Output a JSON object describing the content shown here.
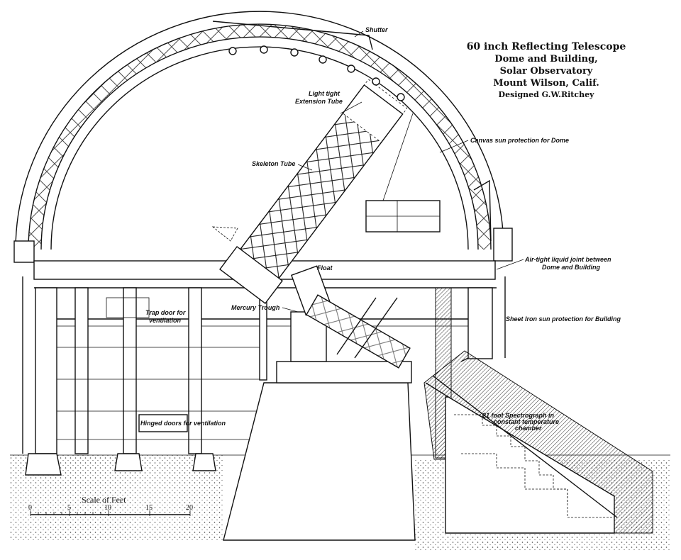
{
  "title": {
    "line1": "60 inch Reflecting Telescope",
    "line2": "Dome and Building,",
    "line3": "Solar Observatory",
    "line4": "Mount Wilson, Calif.",
    "line5": "Designed G.W.Ritchey"
  },
  "labels": {
    "shutter": "Shutter",
    "extension_tube_1": "Light tight",
    "extension_tube_2": "Extension Tube",
    "skeleton_tube": "Skeleton Tube",
    "canvas": "Canvas sun protection for Dome",
    "joint_1": "Air-tight liquid joint between",
    "joint_2": "Dome and Building",
    "float": "Float",
    "trap_door_1": "Trap door for",
    "trap_door_2": "ventilation",
    "mercury": "Mercury Trough",
    "sheet_iron": "Sheet Iron sun protection for Building",
    "hinged_doors": "Hinged doors for ventilation",
    "spectro_1": "21 foot Spectrograph in",
    "spectro_2": "constant temperature",
    "spectro_3": "chamber"
  },
  "scale": {
    "title": "Scale of Feet",
    "ticks": [
      "0",
      "5",
      "10",
      "15",
      "20"
    ]
  }
}
